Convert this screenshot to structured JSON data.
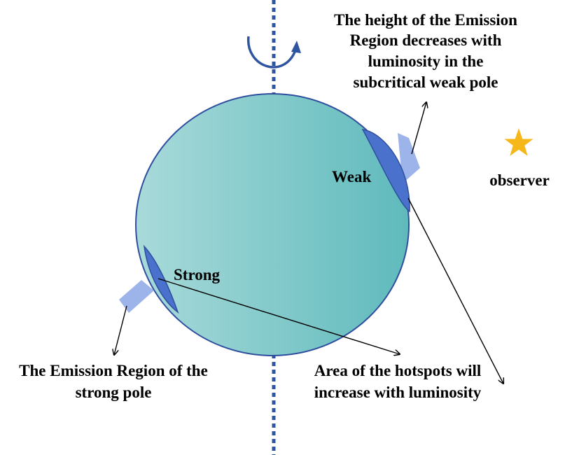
{
  "labels": {
    "weak": "Weak",
    "strong": "Strong",
    "observer": "observer",
    "weak_note_line1": "The height of the Emission",
    "weak_note_line2": "Region decreases with",
    "weak_note_line3": "luminosity in the",
    "weak_note_line4": "subcritical weak pole",
    "strong_note_line1": "The Emission Region of the",
    "strong_note_line2": "strong pole",
    "area_note_line1": "Area of the hotspots  will",
    "area_note_line2": "increase with luminosity"
  },
  "colors": {
    "sphere_light": "#a9dada",
    "sphere_dark": "#5fbabc",
    "sphere_outline": "#2f4f9e",
    "hotspot": "#4a72cc",
    "emission_region": "#9db4ea",
    "axis": "#2f54a0",
    "star": "#f5b71a",
    "text": "#000000"
  },
  "icons": {
    "observer_marker": "star-icon",
    "rotation_marker": "rotation-arrow-icon"
  }
}
